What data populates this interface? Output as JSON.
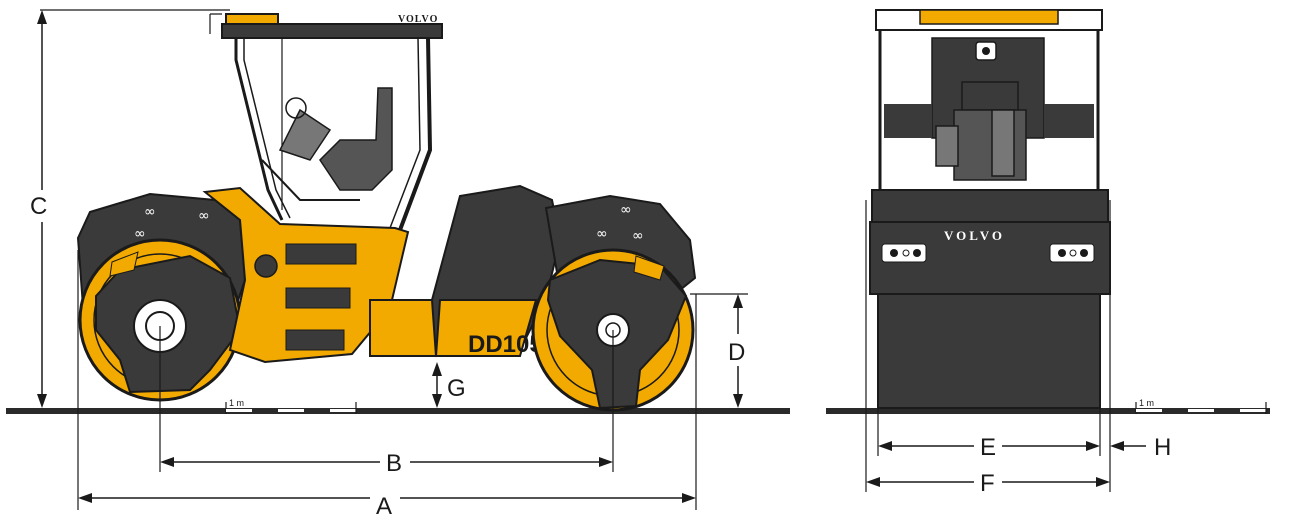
{
  "labels": {
    "A": "A",
    "B": "B",
    "C": "C",
    "D": "D",
    "E": "E",
    "F": "F",
    "G": "G",
    "H": "H"
  },
  "scale_label_side": "1 m",
  "scale_label_front": "1 m",
  "model_label": "DD105",
  "brand_top": "VOLVO",
  "brand_front": "VOLVO",
  "colors": {
    "machine_yellow": "#F2A900",
    "dark_body": "#3a3a3a",
    "outline": "#1a1a1a",
    "ground": "#2a2a2a"
  }
}
